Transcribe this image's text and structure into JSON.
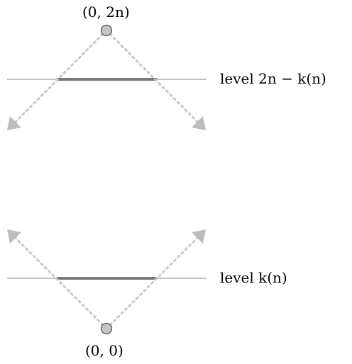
{
  "top": {
    "point_label": "(0, 2n)",
    "level_label": "level 2n − k(n)"
  },
  "bottom": {
    "point_label": "(0, 0)",
    "level_label": "level k(n)"
  },
  "colors": {
    "level_line": "#c0c0c0",
    "segment": "#7a7a7a",
    "dotted_path": "#c8c8c8",
    "arrowhead": "#bdbdbd",
    "point_fill": "#c4c4c4",
    "point_stroke": "#555555"
  }
}
